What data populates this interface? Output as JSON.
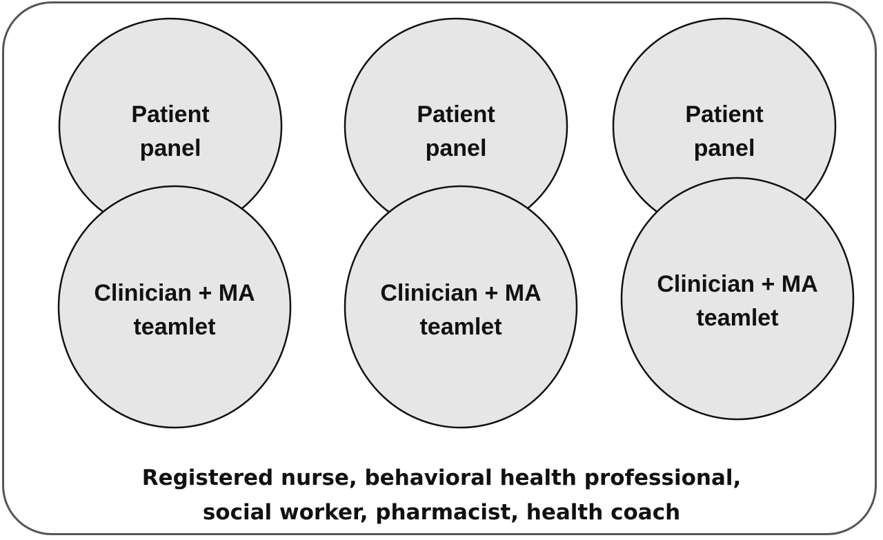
{
  "units": [
    {
      "panel": [
        "Patient",
        "panel"
      ],
      "teamlet": [
        "Clinician + MA",
        "teamlet"
      ]
    },
    {
      "panel": [
        "Patient",
        "panel"
      ],
      "teamlet": [
        "Clinician + MA",
        "teamlet"
      ]
    },
    {
      "panel": [
        "Patient",
        "panel"
      ],
      "teamlet": [
        "Clinician + MA",
        "teamlet"
      ]
    }
  ],
  "support_staff": {
    "line1": "Registered nurse, behavioral health professional,",
    "line2": "social worker, pharmacist, health coach"
  },
  "colors": {
    "bubble_fill": "#e6e6e6",
    "outline": "#111111",
    "frame": "#555555"
  }
}
